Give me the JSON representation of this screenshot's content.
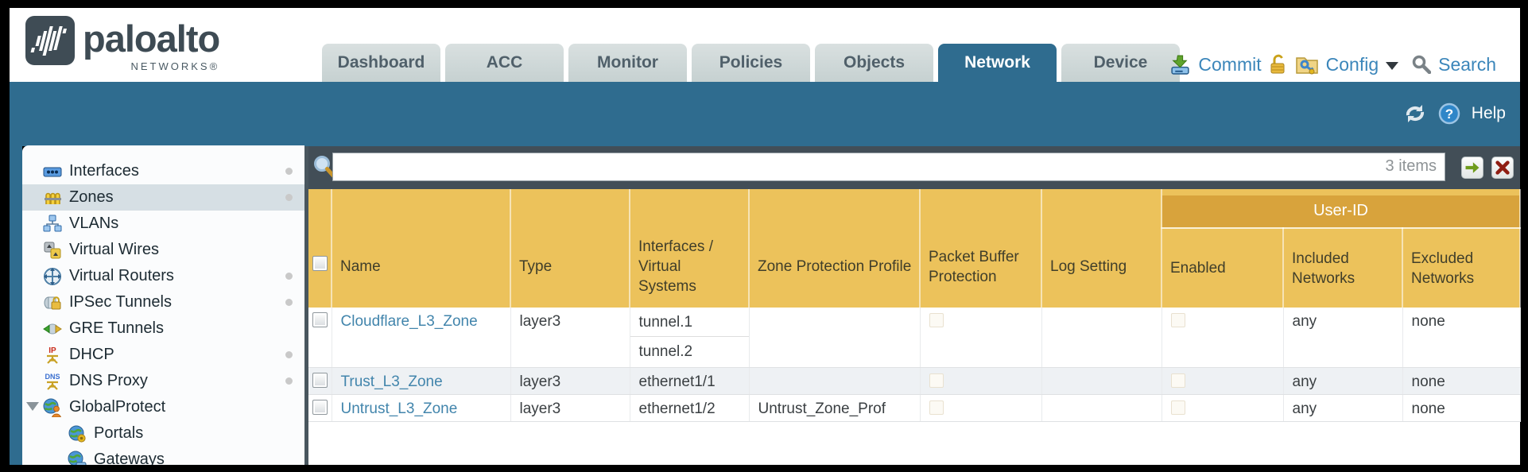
{
  "brand": {
    "name": "paloalto",
    "sub": "NETWORKS®"
  },
  "nav": {
    "tabs": [
      {
        "label": "Dashboard",
        "active": false
      },
      {
        "label": "ACC",
        "active": false
      },
      {
        "label": "Monitor",
        "active": false
      },
      {
        "label": "Policies",
        "active": false
      },
      {
        "label": "Objects",
        "active": false
      },
      {
        "label": "Network",
        "active": true
      },
      {
        "label": "Device",
        "active": false
      }
    ]
  },
  "topbar": {
    "commit_label": "Commit",
    "config_label": "Config",
    "search_label": "Search"
  },
  "teal_bar": {
    "help_label": "Help"
  },
  "sidebar": {
    "items": [
      {
        "label": "Interfaces"
      },
      {
        "label": "Zones",
        "selected": true
      },
      {
        "label": "VLANs"
      },
      {
        "label": "Virtual Wires"
      },
      {
        "label": "Virtual Routers"
      },
      {
        "label": "IPSec Tunnels"
      },
      {
        "label": "GRE Tunnels"
      },
      {
        "label": "DHCP"
      },
      {
        "label": "DNS Proxy"
      },
      {
        "label": "GlobalProtect",
        "expanded": true
      },
      {
        "label": "Portals",
        "indent": true
      },
      {
        "label": "Gateways",
        "indent": true
      }
    ]
  },
  "toolbar": {
    "filter_value": "",
    "items_count": "3 items"
  },
  "table": {
    "group_header": "User-ID",
    "columns": [
      "Name",
      "Type",
      "Interfaces / Virtual Systems",
      "Zone Protection Profile",
      "Packet Buffer Protection",
      "Log Setting",
      "Enabled",
      "Included Networks",
      "Excluded Networks"
    ],
    "rows": [
      {
        "name": "Cloudflare_L3_Zone",
        "type": "layer3",
        "interfaces": [
          "tunnel.1",
          "tunnel.2"
        ],
        "zone_protection_profile": "",
        "log_setting": "",
        "included_networks": "any",
        "excluded_networks": "none"
      },
      {
        "name": "Trust_L3_Zone",
        "type": "layer3",
        "interfaces": [
          "ethernet1/1"
        ],
        "zone_protection_profile": "",
        "log_setting": "",
        "included_networks": "any",
        "excluded_networks": "none"
      },
      {
        "name": "Untrust_L3_Zone",
        "type": "layer3",
        "interfaces": [
          "ethernet1/2"
        ],
        "zone_protection_profile": "Untrust_Zone_Prof",
        "log_setting": "",
        "included_networks": "any",
        "excluded_networks": "none"
      }
    ]
  },
  "colors": {
    "teal": "#2f6c8f",
    "toolbar_dark": "#424e57",
    "header_orange": "#ecc25b",
    "group_orange": "#d8a33c",
    "link_blue": "#4285ac",
    "topbar_link_blue": "#3b86ba",
    "selected_row": "#d6dfe4",
    "stripe": "#eef1f4"
  }
}
